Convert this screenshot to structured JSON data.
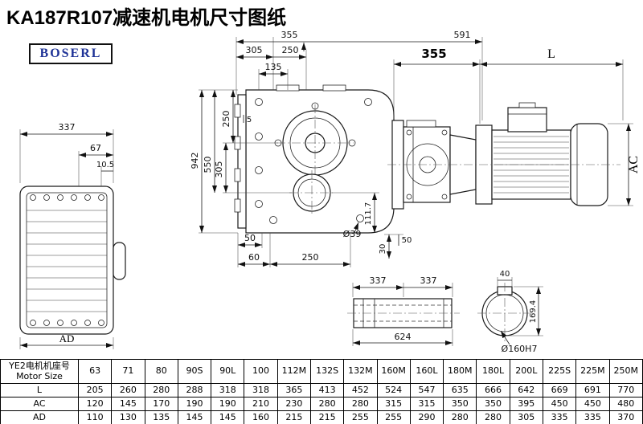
{
  "header": {
    "title": "KA187R107减速机电机尺寸图纸",
    "brand": "BOSERL"
  },
  "dims": {
    "main": {
      "top_355": "355",
      "top_591": "591",
      "top_305": "305",
      "top_250": "250",
      "top_135": "135",
      "left_250": "250",
      "left_5": "5",
      "left_305": "305",
      "left_550": "550",
      "left_942": "942",
      "right_111_7": "111.7",
      "bottom_50_left": "50",
      "bottom_60": "60",
      "bottom_250": "250",
      "dia_39": "Ø39",
      "bottom_30": "30",
      "bottom_50_right": "50"
    },
    "left_view": {
      "width_337": "337",
      "offset_67": "67",
      "offset_10_5": "10.5",
      "ad_label": "AD"
    },
    "motor": {
      "len_355": "355",
      "len_L": "L",
      "dia_AC": "AC"
    },
    "shaft": {
      "seg_337_a": "337",
      "seg_337_b": "337",
      "len_624": "624",
      "key_40": "40",
      "height_169_4": "169.4",
      "bore_label": "Ø160H7"
    }
  },
  "table": {
    "header_cn": "YE2电机机座号",
    "header_en": "Motor Size",
    "sizes": [
      "63",
      "71",
      "80",
      "90S",
      "90L",
      "100",
      "112M",
      "132S",
      "132M",
      "160M",
      "160L",
      "180M",
      "180L",
      "200L",
      "225S",
      "225M",
      "250M"
    ],
    "rows": [
      {
        "label": "L",
        "values": [
          "205",
          "260",
          "280",
          "288",
          "318",
          "318",
          "365",
          "413",
          "452",
          "524",
          "547",
          "635",
          "666",
          "642",
          "669",
          "691",
          "770"
        ]
      },
      {
        "label": "AC",
        "values": [
          "120",
          "145",
          "170",
          "190",
          "190",
          "210",
          "230",
          "280",
          "280",
          "315",
          "315",
          "350",
          "350",
          "395",
          "450",
          "450",
          "480"
        ]
      },
      {
        "label": "AD",
        "values": [
          "110",
          "130",
          "135",
          "145",
          "145",
          "160",
          "215",
          "215",
          "255",
          "255",
          "290",
          "280",
          "280",
          "305",
          "335",
          "335",
          "370"
        ]
      }
    ]
  }
}
